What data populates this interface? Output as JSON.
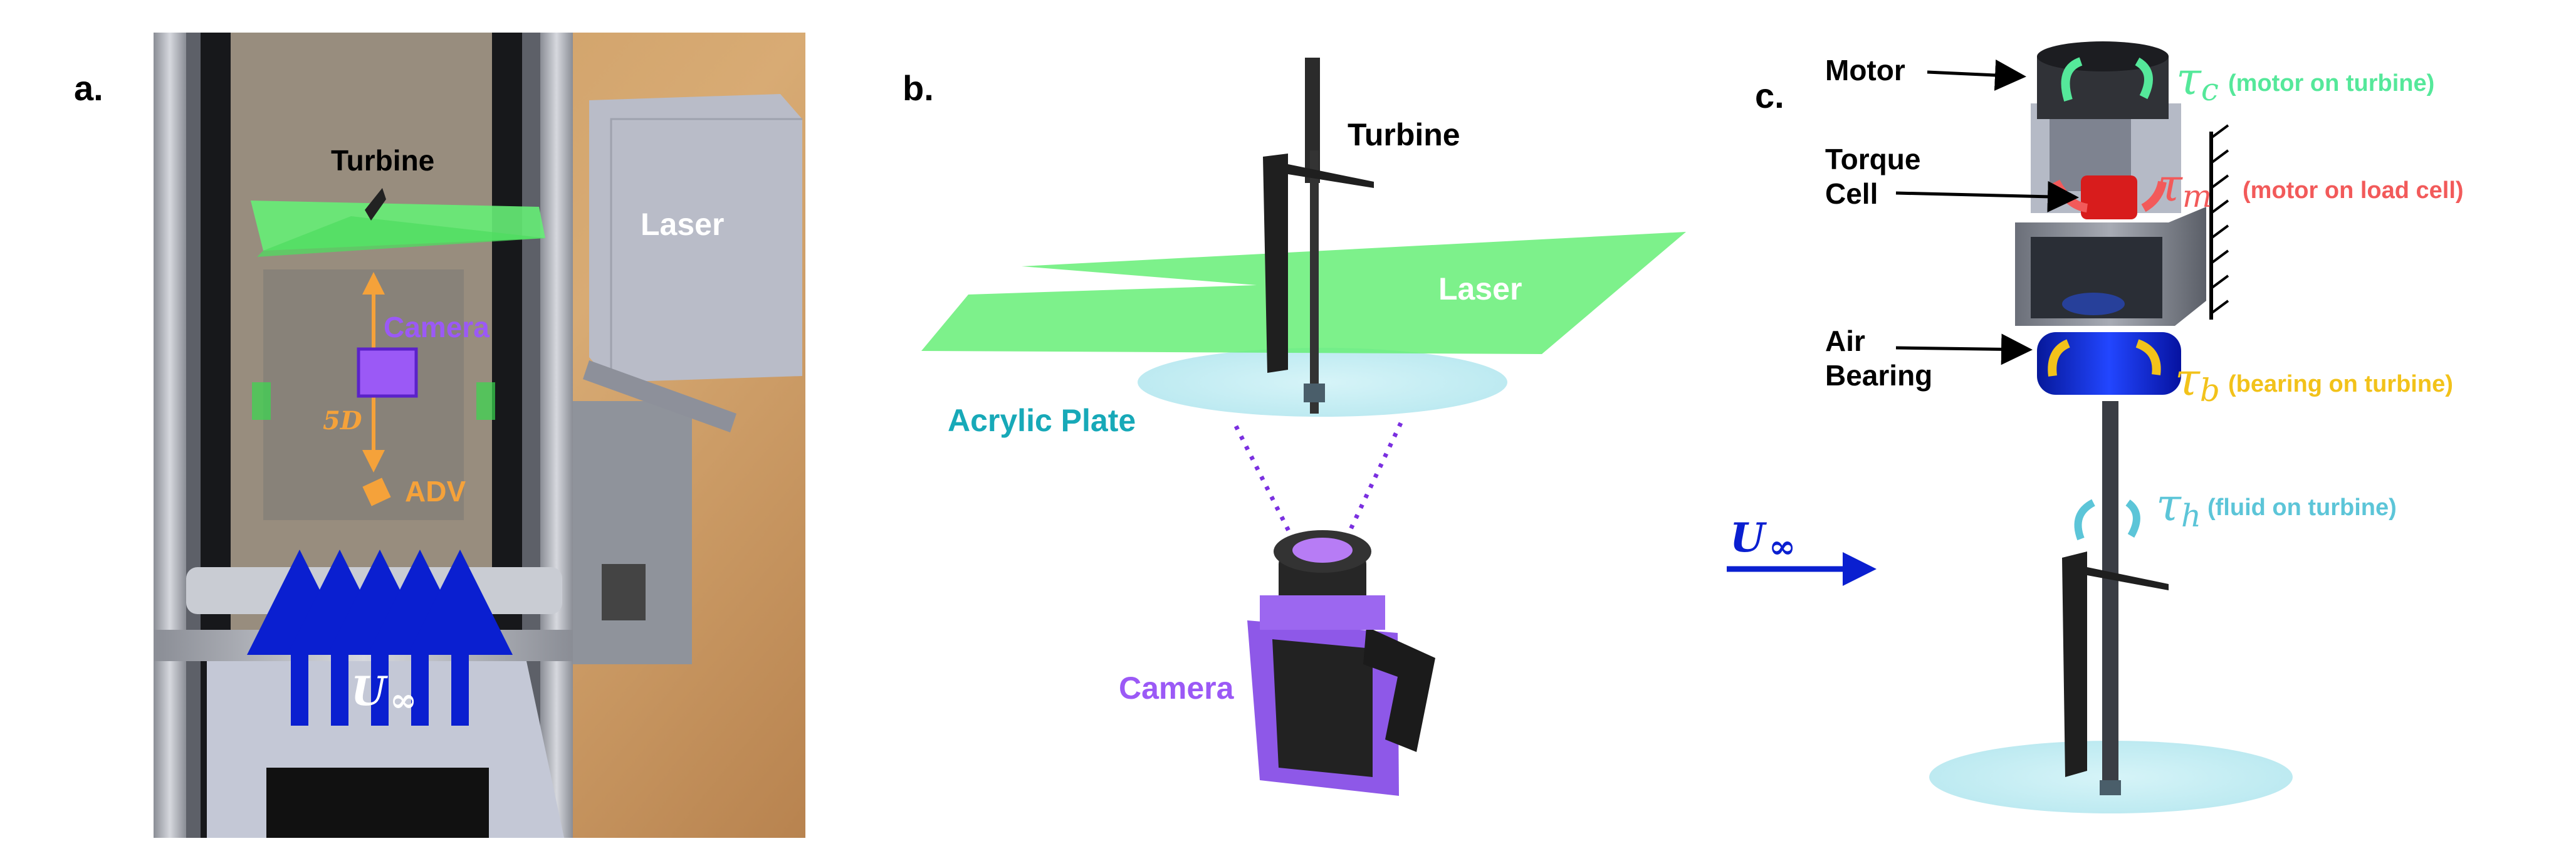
{
  "panels": {
    "a": {
      "label": "a.",
      "turbine": "Turbine",
      "laser": "Laser",
      "camera": "Camera",
      "distance": "5D",
      "adv": "ADV",
      "flow_symbol": "U",
      "flow_subscript": "∞"
    },
    "b": {
      "label": "b.",
      "turbine": "Turbine",
      "laser": "Laser",
      "acrylic_plate": "Acrylic Plate",
      "camera": "Camera"
    },
    "c": {
      "label": "c.",
      "motor": "Motor",
      "torque_cell_line1": "Torque",
      "torque_cell_line2": "Cell",
      "air_bearing_line1": "Air",
      "air_bearing_line2": "Bearing",
      "tau": "τ",
      "tau_c_sub": "c",
      "tau_c_desc": "(motor on turbine)",
      "tau_m_sub": "m",
      "tau_m_desc": "(motor on load cell)",
      "tau_b_sub": "b",
      "tau_b_desc": "(bearing on turbine)",
      "tau_h_sub": "h",
      "tau_h_desc": "(fluid on turbine)",
      "flow_symbol": "U",
      "flow_subscript": "∞"
    }
  },
  "colors": {
    "laser_green": "#66ee77",
    "camera_purple": "#9b59f6",
    "adv_orange": "#f5a23a",
    "flow_blue": "#0a1fd0",
    "acrylic_cyan": "#17a9b8",
    "tau_c_green": "#55e89a",
    "tau_m_red": "#f25a5a",
    "tau_b_yellow": "#f2c21a",
    "tau_h_cyan": "#5cc5d8",
    "bearing_blue": "#0a28d8"
  }
}
